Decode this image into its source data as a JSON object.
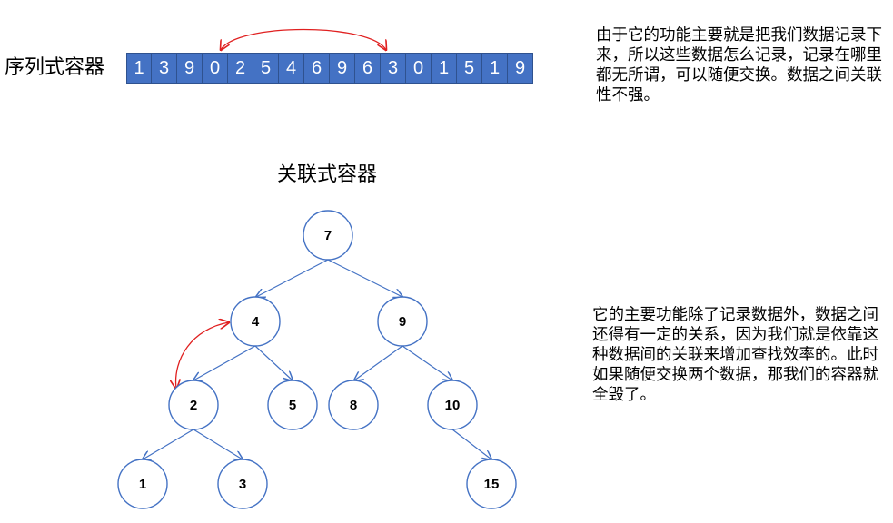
{
  "sequence": {
    "label": "序列式容器",
    "values": [
      "1",
      "3",
      "9",
      "0",
      "2",
      "5",
      "4",
      "6",
      "9",
      "6",
      "3",
      "0",
      "1",
      "5",
      "1",
      "9"
    ],
    "cell_color": "#4472c4",
    "swap_arrow_color": "#e02020"
  },
  "notes": {
    "sequence_note": "由于它的功能主要就是把我们数据记录下来，所以这些数据怎么记录，记录在哪里都无所谓，可以随便交换。数据之间关联性不强。",
    "associative_note": "它的主要功能除了记录数据外，数据之间还得有一定的关系，因为我们就是依靠这种数据间的关联来增加查找效率的。此时如果随便交换两个数据，那我们的容器就全毁了。"
  },
  "associative": {
    "title": "关联式容器",
    "nodes": {
      "n7": "7",
      "n4": "4",
      "n9": "9",
      "n2": "2",
      "n5": "5",
      "n8": "8",
      "n10": "10",
      "n1": "1",
      "n3": "3",
      "n15": "15"
    },
    "edge_color": "#4472c4",
    "swap_arrow_color": "#e02020"
  }
}
